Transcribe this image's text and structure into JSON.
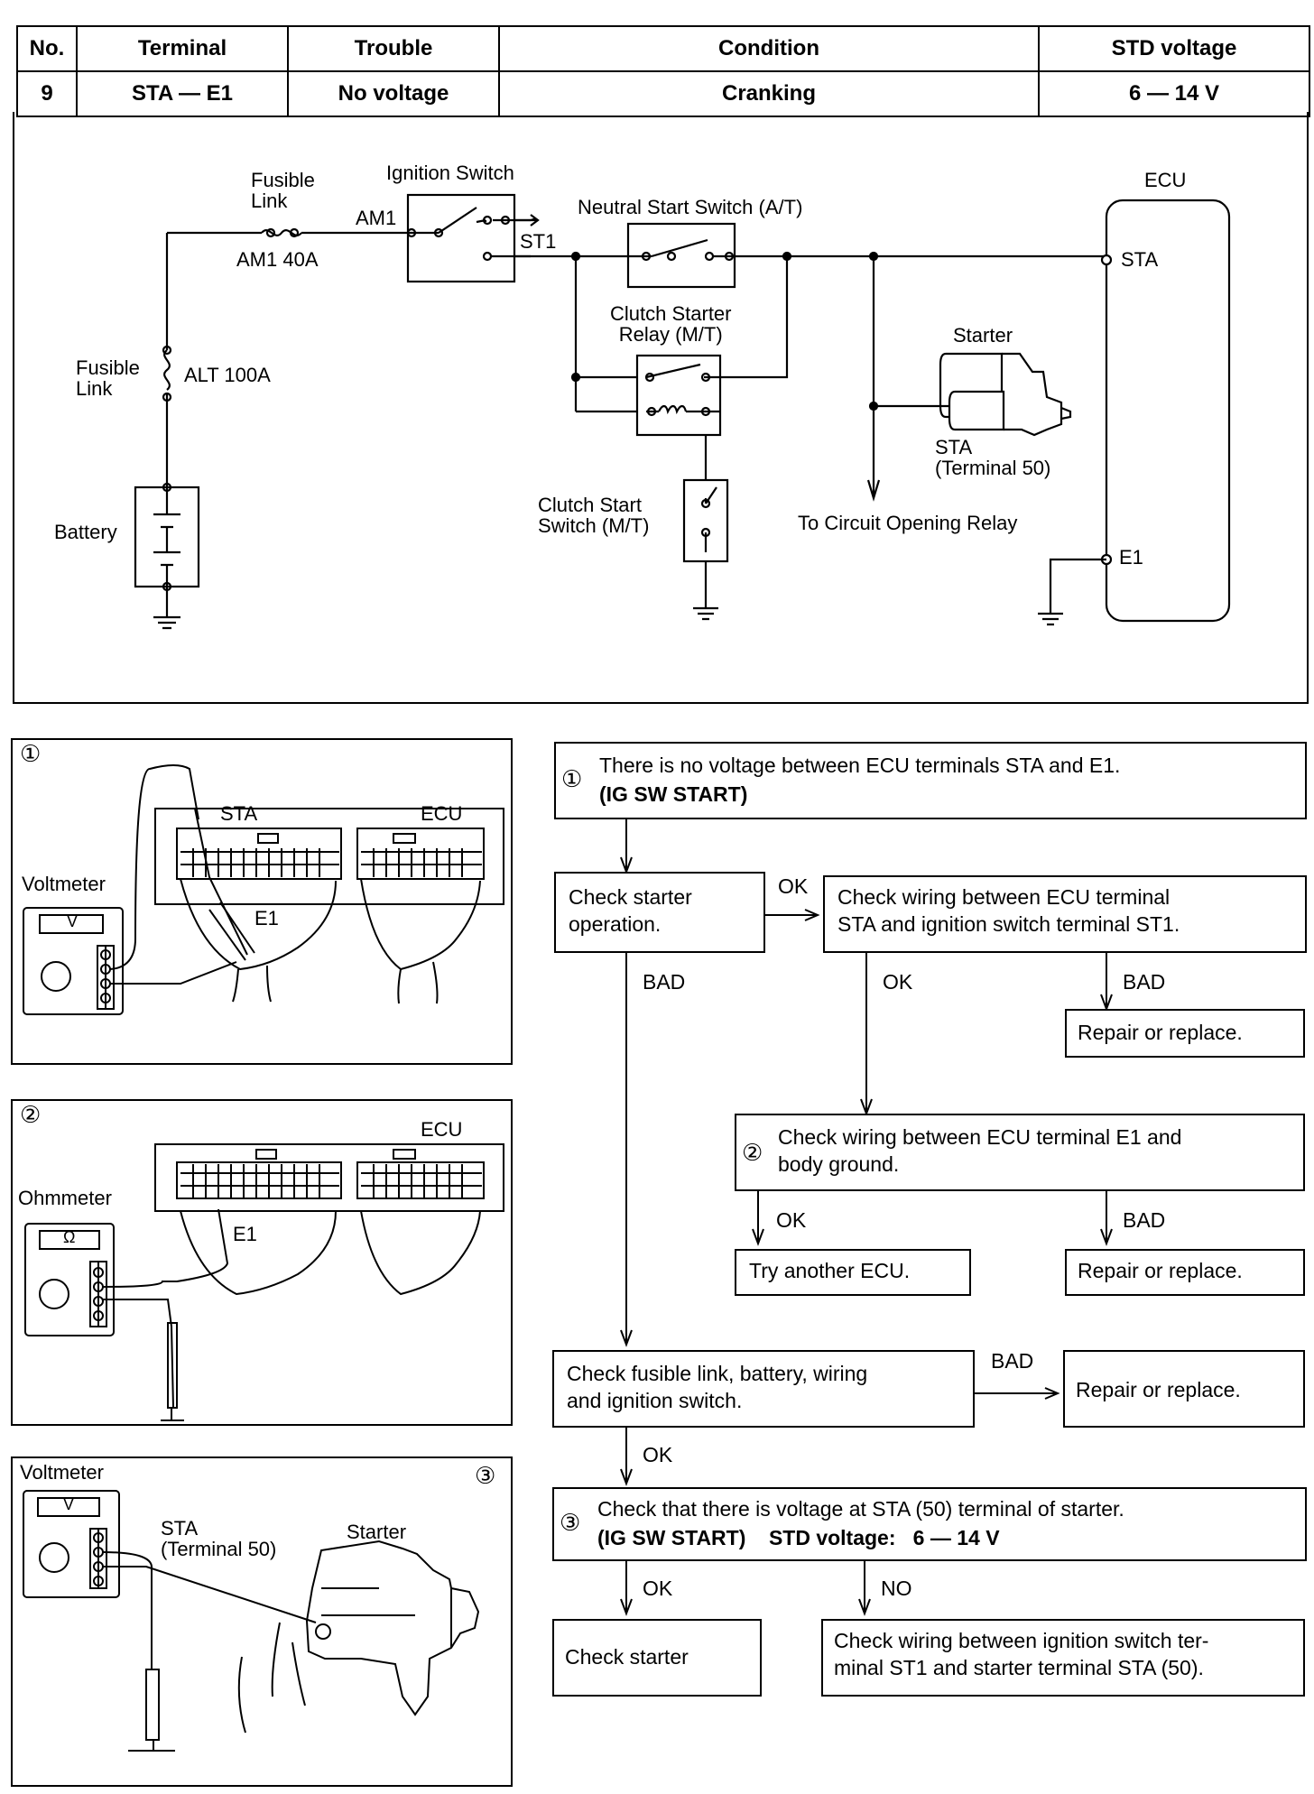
{
  "table": {
    "headers": [
      "No.",
      "Terminal",
      "Trouble",
      "Condition",
      "STD voltage"
    ],
    "row": [
      "9",
      "STA — E1",
      "No voltage",
      "Cranking",
      "6 — 14 V"
    ]
  },
  "circuit": {
    "fusible_link_top": "Fusible\nLink",
    "am1_40a": "AM1 40A",
    "am1": "AM1",
    "ignition_switch": "Ignition Switch",
    "st1": "ST1",
    "neutral_start_switch": "Neutral Start Switch (A/T)",
    "clutch_starter_relay": "Clutch Starter\nRelay (M/T)",
    "clutch_start_switch": "Clutch Start\nSwitch (M/T)",
    "fusible_link_side": "Fusible\nLink",
    "alt_100a": "ALT 100A",
    "battery": "Battery",
    "starter": "Starter",
    "sta_terminal_50": "STA\n(Terminal 50)",
    "to_circuit_opening_relay": "To Circuit Opening Relay",
    "ecu": "ECU",
    "sta": "STA",
    "e1": "E1"
  },
  "illustrations": {
    "ill1": {
      "num": "①",
      "voltmeter": "Voltmeter",
      "sta": "STA",
      "ecu": "ECU",
      "e1": "E1",
      "meter_face": "V"
    },
    "ill2": {
      "num": "②",
      "ohmmeter": "Ohmmeter",
      "ecu": "ECU",
      "e1": "E1",
      "meter_face": "Ω"
    },
    "ill3": {
      "num": "③",
      "voltmeter": "Voltmeter",
      "sta_terminal": "STA\n(Terminal 50)",
      "starter": "Starter",
      "meter_face": "V"
    }
  },
  "flowchart": {
    "step1_num": "①",
    "step1_line1": "There is no voltage between ECU terminals STA and E1.",
    "step1_line2": "(IG SW START)",
    "check_starter_op": "Check starter\noperation.",
    "ok1": "OK",
    "check_wiring_sta_st1": "Check wiring between ECU terminal\nSTA and ignition switch terminal ST1.",
    "bad1": "BAD",
    "ok2": "OK",
    "bad2": "BAD",
    "repair1": "Repair or replace.",
    "step2_num": "②",
    "check_wiring_e1": "Check wiring between ECU terminal E1 and\nbody ground.",
    "ok3": "OK",
    "bad3": "BAD",
    "try_another_ecu": "Try another ECU.",
    "repair2": "Repair or replace.",
    "check_fusible": "Check fusible link, battery, wiring\nand ignition switch.",
    "bad4": "BAD",
    "repair3": "Repair or replace.",
    "ok4": "OK",
    "step3_num": "③",
    "step3_line1": "Check that there is voltage at STA (50) terminal of starter.",
    "step3_line2": "(IG SW START)    STD voltage:   6 — 14 V",
    "ok5": "OK",
    "no5": "NO",
    "check_starter": "Check starter",
    "check_wiring_st1_sta": "Check wiring between ignition switch ter-\nminal ST1 and starter terminal STA (50)."
  }
}
